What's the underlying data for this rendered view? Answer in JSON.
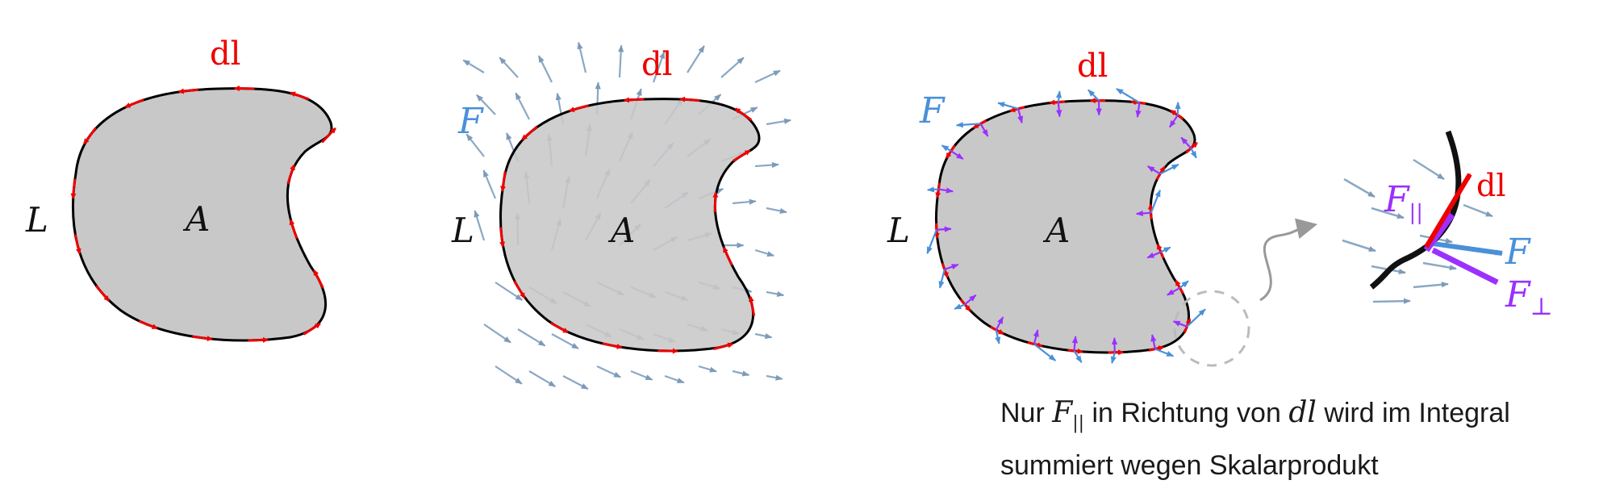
{
  "colors": {
    "shape_fill": "#c8c8c8",
    "outline": "#000000",
    "dl_arrow": "#ee0000",
    "field_arrow": "#8aa8c4",
    "f_blue": "#4a90d9",
    "f_purple": "#9b30ff",
    "connector": "#999999"
  },
  "panels": [
    {
      "loop_label": "L",
      "area_label": "A",
      "dl_label": "dl"
    },
    {
      "loop_label": "L",
      "area_label": "A",
      "dl_label": "dl",
      "field_label": "F"
    },
    {
      "loop_label": "L",
      "area_label": "A",
      "dl_label": "dl",
      "field_label": "F"
    }
  ],
  "zoom_detail": {
    "dl_label": "dl",
    "f_label": "F",
    "f_parallel_label": "F",
    "f_parallel_sub": "||",
    "f_perp_label": "F",
    "f_perp_sub": "⊥"
  },
  "caption": {
    "part1": "Nur ",
    "math1": "F",
    "math1_sub": "||",
    "part2": " in Richtung von ",
    "math2": "dl",
    "part3": " wird im Integral",
    "line2": "summiert wegen Skalarprodukt"
  }
}
